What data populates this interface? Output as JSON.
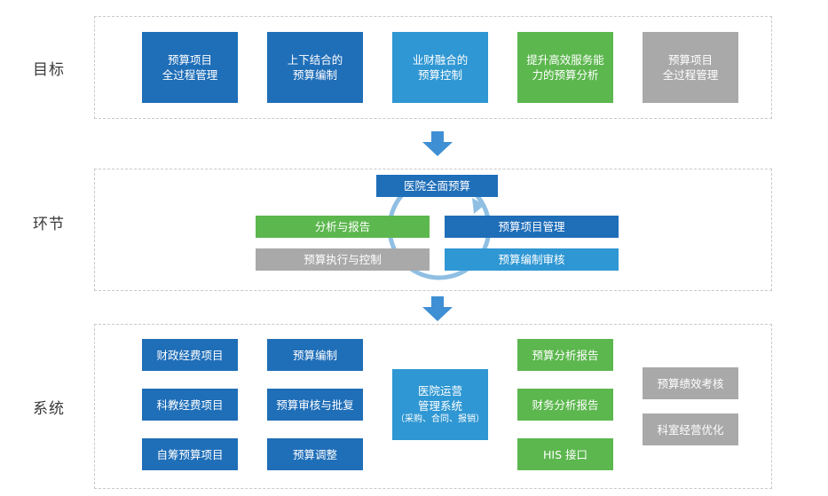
{
  "rows": {
    "goals": "目标",
    "links": "环节",
    "systems": "系统"
  },
  "goals": [
    {
      "text": "预算项目\n全过程管理",
      "color": "#1f6eb8"
    },
    {
      "text": "上下结合的\n预算编制",
      "color": "#1f6eb8"
    },
    {
      "text": "业财融合的\n预算控制",
      "color": "#2f97d3"
    },
    {
      "text": "提升高效服务能\n力的预算分析",
      "color": "#5cb74e"
    },
    {
      "text": "预算项目\n全过程管理",
      "color": "#a9a9a9"
    }
  ],
  "cycle": {
    "center": "医院全面预算",
    "left_top": "分析与报告",
    "left_bottom": "预算执行与控制",
    "right_top": "预算项目管理",
    "right_bottom": "预算编制审核",
    "ring_color": "#8fbfe3"
  },
  "systems": {
    "col1": [
      "财政经费项目",
      "科教经费项目",
      "自筹预算项目"
    ],
    "col2": [
      "预算编制",
      "预算审核与批复",
      "预算调整"
    ],
    "center_title": "医院运营\n管理系统",
    "center_sub": "（采购、合同、报销）",
    "col3": [
      "预算分析报告",
      "财务分析报告",
      "HIS 接口"
    ],
    "col4": [
      "预算绩效考核",
      "科室经营优化"
    ]
  },
  "arrow_color": "#3f8fd4"
}
